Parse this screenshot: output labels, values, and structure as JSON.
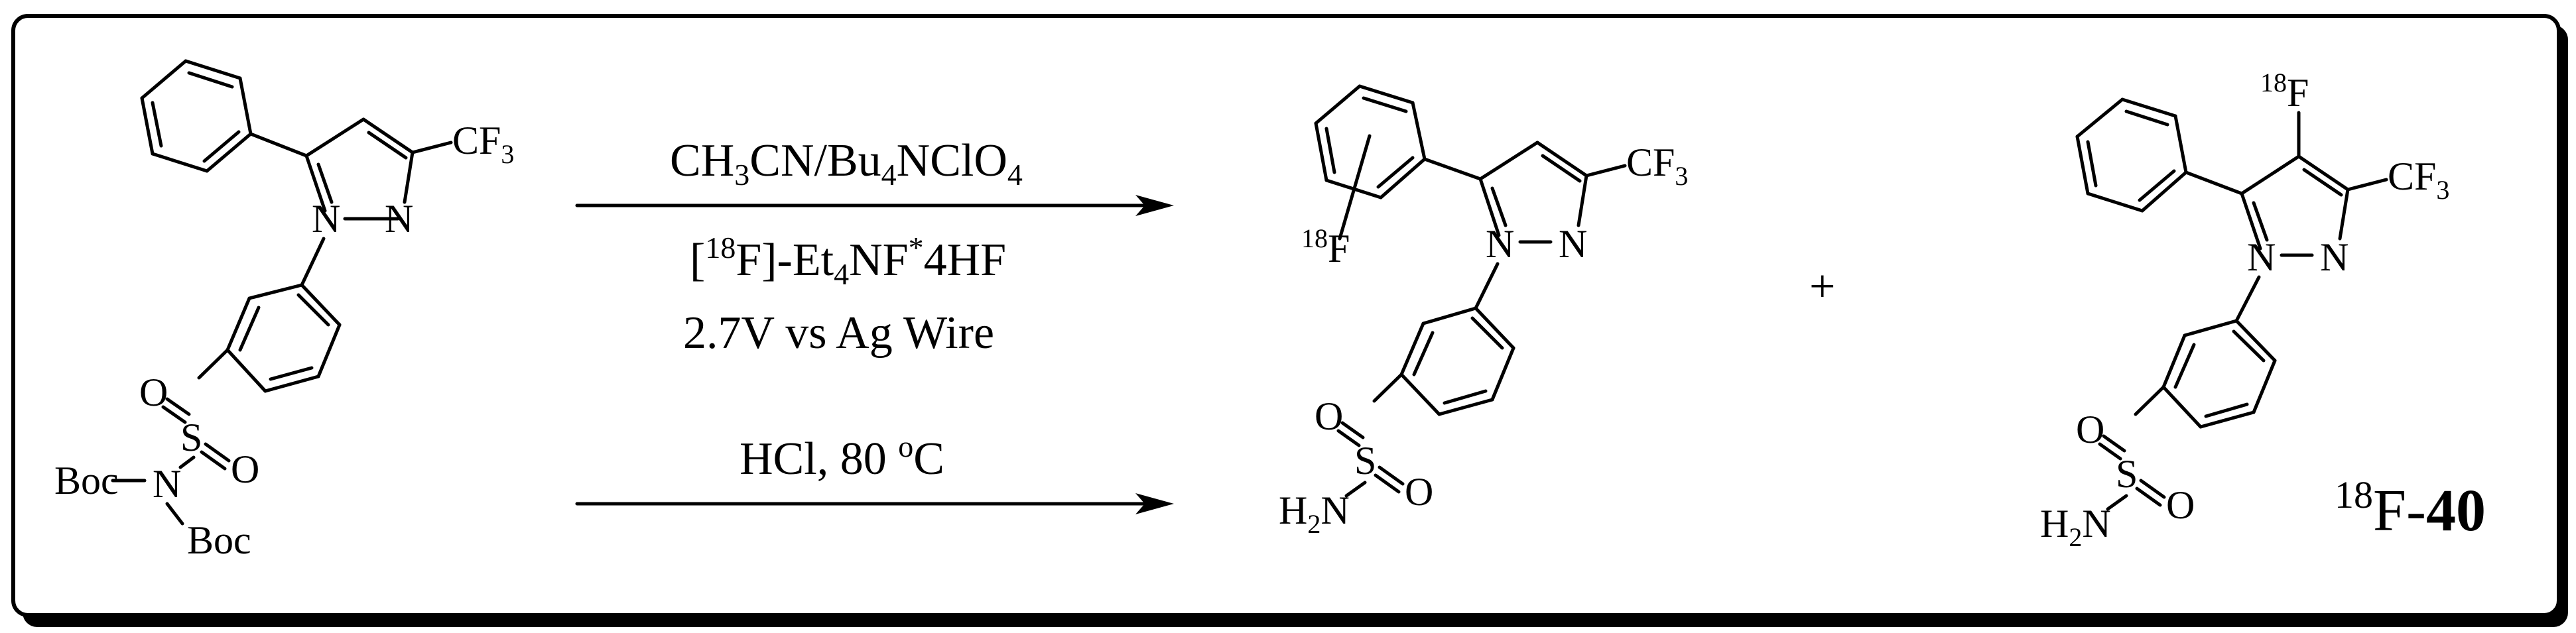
{
  "scheme": {
    "reagents_step1": {
      "solvent": "CH3CN/Bu4NClO4",
      "fluoride": "[18F]-Et4NF*4HF",
      "potential": "2.7V vs Ag Wire"
    },
    "reagents_step2": "HCl, 80 oC",
    "plus_sign": "+",
    "product_label": "18F-40",
    "atom_labels": {
      "cf3": "CF3",
      "n": "N",
      "o": "O",
      "s": "S",
      "boc": "Boc",
      "h2n": "H2N",
      "f18": "18F"
    }
  }
}
